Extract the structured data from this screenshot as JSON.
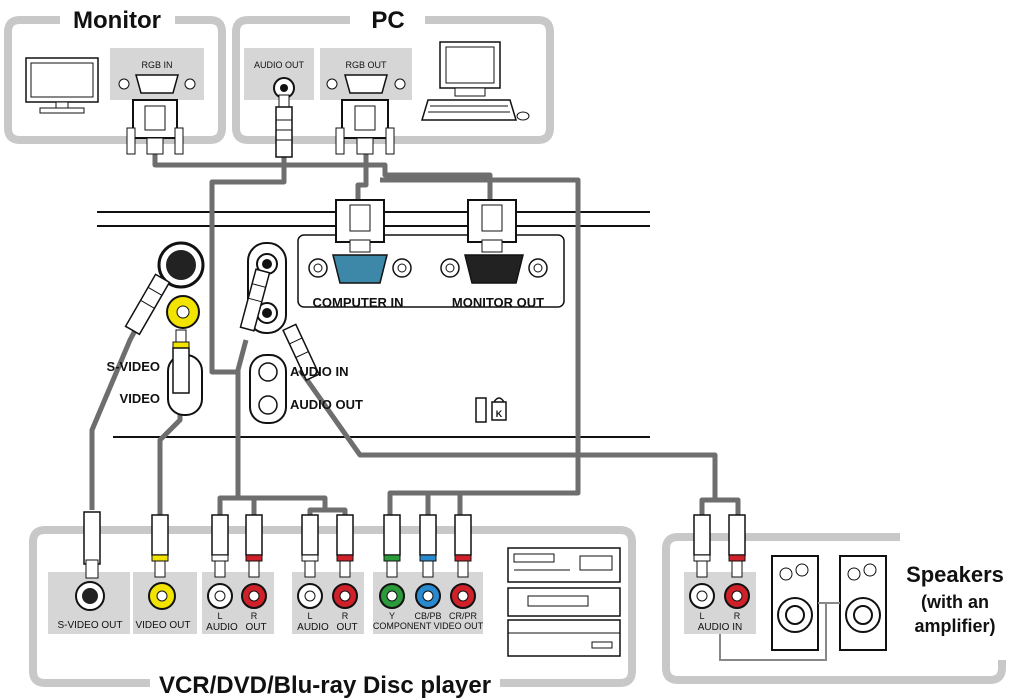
{
  "groups": {
    "monitor": "Monitor",
    "pc": "PC",
    "player": "VCR/DVD/Blu-ray Disc player",
    "speakers_line1": "Speakers",
    "speakers_line2": "(with an",
    "speakers_line3": "amplifier)"
  },
  "monitor_ports": {
    "rgb_in": "RGB IN"
  },
  "pc_ports": {
    "audio_out": "AUDIO OUT",
    "rgb_out": "RGB OUT"
  },
  "projector_ports": {
    "computer_in": "COMPUTER IN",
    "monitor_out": "MONITOR OUT",
    "s_video": "S-VIDEO",
    "video": "VIDEO",
    "audio_in": "AUDIO IN",
    "audio_out": "AUDIO OUT"
  },
  "player_ports": {
    "s_video_out": "S-VIDEO OUT",
    "video_out": "VIDEO OUT",
    "audio_l": "L",
    "audio_r": "R",
    "audio": "AUDIO",
    "out": "OUT",
    "comp_y": "Y",
    "comp_cb": "CB/PB",
    "comp_cr": "CR/PR",
    "component_video_out": "COMPONENT VIDEO OUT"
  },
  "speaker_ports": {
    "l": "L",
    "r": "R",
    "audio_in": "AUDIO IN"
  },
  "colors": {
    "cable": "#6e6e6e",
    "panel_border": "#c8c8c8",
    "port_bg": "#d6d6d6",
    "vga_blue": "#3d88a8",
    "yellow": "#f2e400",
    "red": "#d0202a",
    "green": "#2a9a3a",
    "blue": "#2a8ad0"
  }
}
